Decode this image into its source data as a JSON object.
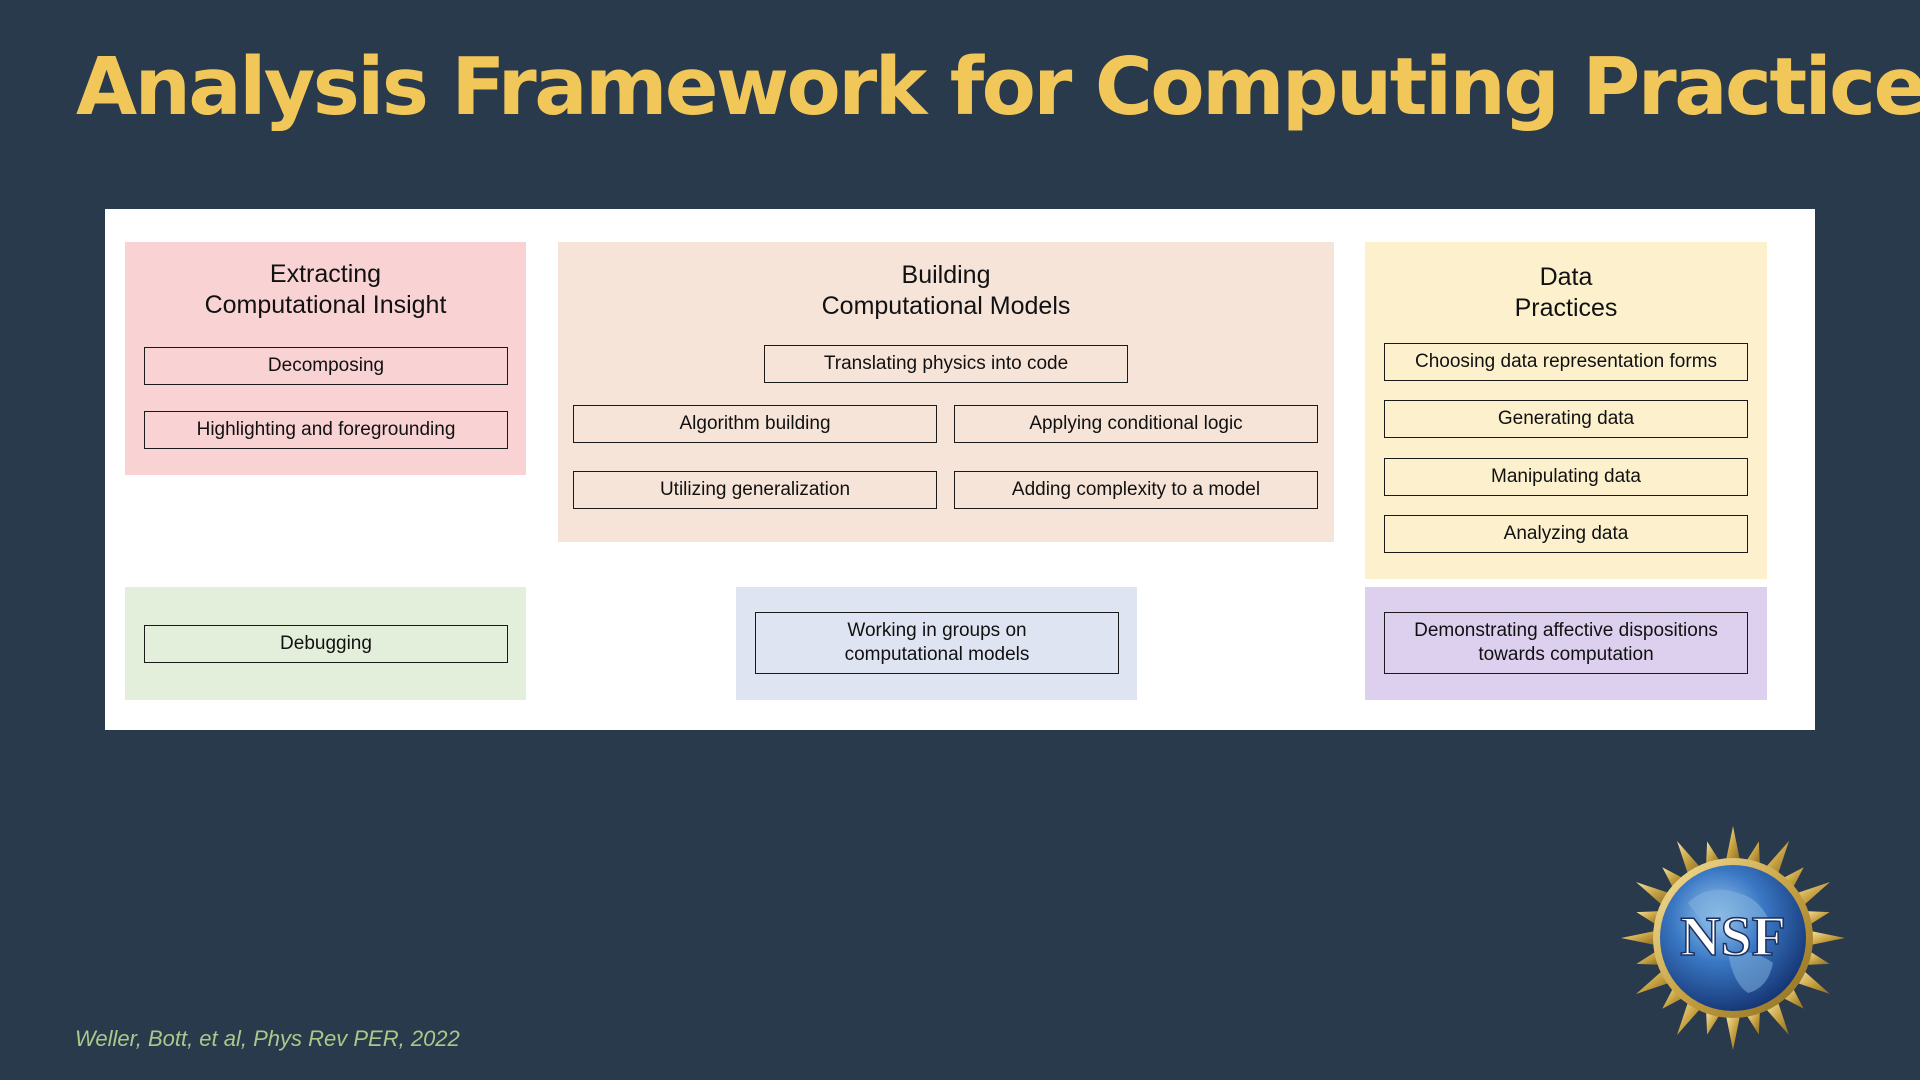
{
  "slide": {
    "title": "Analysis Framework for Computing Practices",
    "citation": "Weller, Bott, et al, Phys Rev PER, 2022",
    "logo_text": "NSF"
  },
  "colors": {
    "background": "#283a4b",
    "title": "#f2c75a",
    "citation": "#a9c98b",
    "extracting_insight": "#f9d3d3",
    "building_models": "#f6e4d8",
    "data_practices": "#fdf1cd",
    "debugging": "#e4efdb",
    "groups": "#dfe4f3",
    "affective": "#ddd0ef"
  },
  "framework": {
    "extracting_insight": {
      "title_line1": "Extracting",
      "title_line2": "Computational Insight",
      "practices": [
        "Decomposing",
        "Highlighting and foregrounding"
      ]
    },
    "building_models": {
      "title_line1": "Building",
      "title_line2": "Computational Models",
      "practices": [
        "Translating physics into code",
        "Algorithm building",
        "Applying conditional logic",
        "Utilizing generalization",
        "Adding complexity to a model"
      ]
    },
    "data_practices": {
      "title_line1": "Data",
      "title_line2": "Practices",
      "practices": [
        "Choosing data representation forms",
        "Generating data",
        "Manipulating data",
        "Analyzing data"
      ]
    },
    "debugging": {
      "practices": [
        "Debugging"
      ]
    },
    "groups": {
      "line1": "Working in groups on",
      "line2": "computational models"
    },
    "affective": {
      "line1": "Demonstrating affective dispositions",
      "line2": "towards computation"
    }
  }
}
